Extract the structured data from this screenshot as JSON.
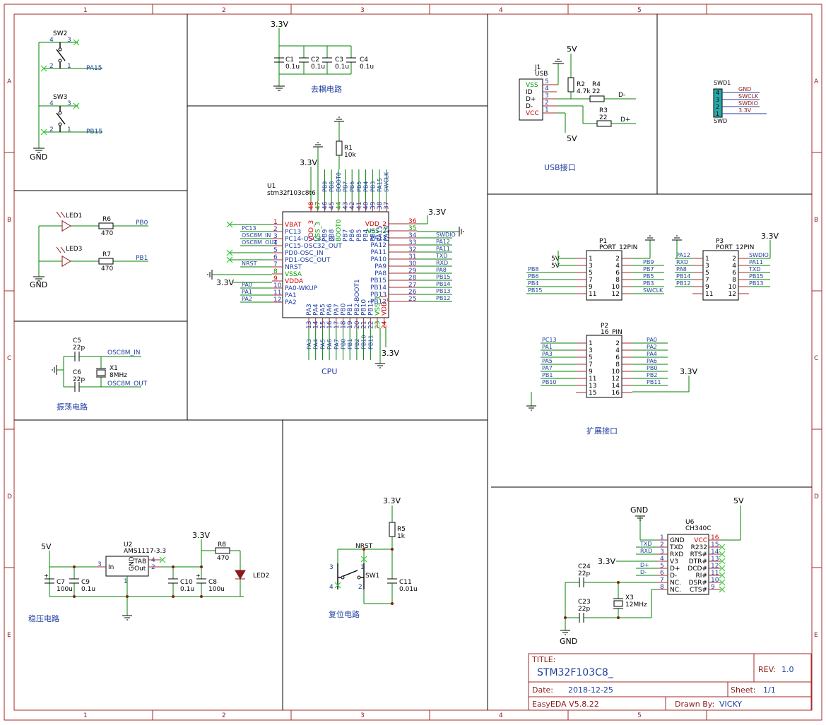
{
  "grid": {
    "cols": [
      "1",
      "2",
      "3",
      "4",
      "5"
    ],
    "rows": [
      "A",
      "B",
      "C",
      "D",
      "E"
    ]
  },
  "section_titles": {
    "decoupling": "去耦电路",
    "usb": "USB接口",
    "cpu": "CPU",
    "oscillator": "振荡电路",
    "expansion": "扩展接口",
    "regulator": "稳压电路",
    "reset": "复位电路"
  },
  "switches": {
    "sw2": {
      "ref": "SW2",
      "p1": "1",
      "p2": "2",
      "p3": "3",
      "p4": "4",
      "net": "PA15"
    },
    "sw3": {
      "ref": "SW3",
      "p1": "1",
      "p2": "2",
      "p3": "3",
      "p4": "4",
      "net": "PB15"
    },
    "gnd": "GND"
  },
  "leds": {
    "led1": {
      "ref": "LED1",
      "res": "R6",
      "val": "470",
      "net": "PB0"
    },
    "led3": {
      "ref": "LED3",
      "res": "R7",
      "val": "470",
      "net": "PB1"
    },
    "gnd": "GND"
  },
  "decoupling": {
    "supply": "3.3V",
    "caps": [
      {
        "ref": "C1",
        "val": "0.1u"
      },
      {
        "ref": "C2",
        "val": "0.1u"
      },
      {
        "ref": "C3",
        "val": "0.1u"
      },
      {
        "ref": "C4",
        "val": "0.1u"
      }
    ]
  },
  "usb": {
    "ref": "J1",
    "name": "USB",
    "pins": [
      {
        "num": "5",
        "name": "VSS"
      },
      {
        "num": "4",
        "name": "ID"
      },
      {
        "num": "3",
        "name": "D+"
      },
      {
        "num": "2",
        "name": "D-"
      },
      {
        "num": "1",
        "name": "VCC"
      }
    ],
    "r2": {
      "ref": "R2",
      "val": "4.7k"
    },
    "r4": {
      "ref": "R4",
      "val": "22"
    },
    "r3": {
      "ref": "R3",
      "val": "22"
    },
    "v5_top": "5V",
    "v5_bot": "5V",
    "net_dm": "D-",
    "net_dp": "D+"
  },
  "swd": {
    "ref": "SWD1",
    "name": "SWD",
    "pins": [
      {
        "num": "4",
        "net": "GND"
      },
      {
        "num": "3",
        "net": "SWCLK"
      },
      {
        "num": "2",
        "net": "SWDIO"
      },
      {
        "num": "1",
        "net": "3.3V"
      }
    ]
  },
  "mcu": {
    "ref": "U1",
    "part": "stm32f103c8t6",
    "r1": {
      "ref": "R1",
      "val": "10k"
    },
    "v33_top": "3.3V",
    "v33_right": "3.3V",
    "v33_left": "3.3V",
    "v33_bot": "3.3V",
    "left": [
      {
        "num": "1",
        "name": "VBAT",
        "net": "",
        "kind": "red"
      },
      {
        "num": "2",
        "name": "PC13",
        "net": "PC13",
        "kind": "blue"
      },
      {
        "num": "3",
        "name": "PC14-OSC32_IN",
        "net": "OSC8M_IN",
        "kind": "blue"
      },
      {
        "num": "4",
        "name": "PC15-OSC32_OUT",
        "net": "OSC8M_OUT",
        "kind": "blue"
      },
      {
        "num": "5",
        "name": "PD0-OSC_IN",
        "net": "",
        "kind": "blue"
      },
      {
        "num": "6",
        "name": "PD1-OSC_OUT",
        "net": "",
        "kind": "blue"
      },
      {
        "num": "7",
        "name": "NRST",
        "net": "NRST",
        "kind": "blue"
      },
      {
        "num": "8",
        "name": "VSSA",
        "net": "",
        "kind": "green"
      },
      {
        "num": "9",
        "name": "VDDA",
        "net": "",
        "kind": "red"
      },
      {
        "num": "10",
        "name": "PA0-WKUP",
        "net": "PA0",
        "kind": "blue"
      },
      {
        "num": "11",
        "name": "PA1",
        "net": "PA1",
        "kind": "blue"
      },
      {
        "num": "12",
        "name": "PA2",
        "net": "PA2",
        "kind": "blue"
      }
    ],
    "right": [
      {
        "num": "36",
        "name": "VDD_2",
        "net": "",
        "kind": "red"
      },
      {
        "num": "35",
        "name": "VSS_2",
        "net": "",
        "kind": "green"
      },
      {
        "num": "34",
        "name": "PA13",
        "net": "SWDIO",
        "kind": "blue"
      },
      {
        "num": "33",
        "name": "PA12",
        "net": "PA12",
        "kind": "blue"
      },
      {
        "num": "32",
        "name": "PA11",
        "net": "PA11",
        "kind": "blue"
      },
      {
        "num": "31",
        "name": "PA10",
        "net": "TXD",
        "kind": "blue"
      },
      {
        "num": "30",
        "name": "PA9",
        "net": "RXD",
        "kind": "blue"
      },
      {
        "num": "29",
        "name": "PA8",
        "net": "PA8",
        "kind": "blue"
      },
      {
        "num": "28",
        "name": "PB15",
        "net": "PB15",
        "kind": "blue"
      },
      {
        "num": "27",
        "name": "PB14",
        "net": "PB14",
        "kind": "blue"
      },
      {
        "num": "26",
        "name": "PB13",
        "net": "PB13",
        "kind": "blue"
      },
      {
        "num": "25",
        "name": "PB12",
        "net": "PB12",
        "kind": "blue"
      }
    ],
    "top": [
      {
        "num": "48",
        "name": "VDD_3",
        "net": "",
        "kind": "red"
      },
      {
        "num": "47",
        "name": "VSS_3",
        "net": "",
        "kind": "green"
      },
      {
        "num": "46",
        "name": "PB9",
        "net": "PB9",
        "kind": "blue"
      },
      {
        "num": "45",
        "name": "PB8",
        "net": "PB8",
        "kind": "blue"
      },
      {
        "num": "44",
        "name": "BOOT0",
        "net": "BOOT0",
        "kind": "green"
      },
      {
        "num": "43",
        "name": "PB7",
        "net": "PB7",
        "kind": "blue"
      },
      {
        "num": "42",
        "name": "PB6",
        "net": "PB6",
        "kind": "blue"
      },
      {
        "num": "41",
        "name": "PB5",
        "net": "PB5",
        "kind": "blue"
      },
      {
        "num": "40",
        "name": "PB4",
        "net": "PB4",
        "kind": "blue"
      },
      {
        "num": "39",
        "name": "PB3",
        "net": "PB3",
        "kind": "blue"
      },
      {
        "num": "38",
        "name": "PA15",
        "net": "PA15",
        "kind": "blue"
      },
      {
        "num": "37",
        "name": "PA14",
        "net": "SWCLK",
        "kind": "blue"
      }
    ],
    "bottom": [
      {
        "num": "13",
        "name": "PA3",
        "net": "PA3",
        "kind": "blue"
      },
      {
        "num": "14",
        "name": "PA4",
        "net": "PA4",
        "kind": "blue"
      },
      {
        "num": "15",
        "name": "PA5",
        "net": "PA5",
        "kind": "blue"
      },
      {
        "num": "16",
        "name": "PA6",
        "net": "PA6",
        "kind": "blue"
      },
      {
        "num": "17",
        "name": "PA7",
        "net": "PA7",
        "kind": "blue"
      },
      {
        "num": "18",
        "name": "PB0",
        "net": "PB0",
        "kind": "blue"
      },
      {
        "num": "19",
        "name": "PB1",
        "net": "PB1",
        "kind": "blue"
      },
      {
        "num": "20",
        "name": "PB2-BOOT1",
        "net": "PB2",
        "kind": "blue"
      },
      {
        "num": "21",
        "name": "PB10",
        "net": "PB10",
        "kind": "blue"
      },
      {
        "num": "22",
        "name": "PB11",
        "net": "PB11",
        "kind": "blue"
      },
      {
        "num": "23",
        "name": "VSS_1",
        "net": "",
        "kind": "green"
      },
      {
        "num": "24",
        "name": "VDD_1",
        "net": "",
        "kind": "red"
      }
    ]
  },
  "osc": {
    "c5": {
      "ref": "C5",
      "val": "22p"
    },
    "c6": {
      "ref": "C6",
      "val": "22p"
    },
    "x1": {
      "ref": "X1",
      "val": "8MHz"
    },
    "net_in": "OSC8M_IN",
    "net_out": "OSC8M_OUT"
  },
  "p1": {
    "ref": "P1",
    "name": "PORT_12PIN",
    "left": [
      {
        "num": "1",
        "net": "5V"
      },
      {
        "num": "3",
        "net": "5V"
      },
      {
        "num": "5",
        "net": "PB8"
      },
      {
        "num": "7",
        "net": "PB6"
      },
      {
        "num": "9",
        "net": "PB4"
      },
      {
        "num": "11",
        "net": "PB15"
      }
    ],
    "right": [
      {
        "num": "2",
        "net": ""
      },
      {
        "num": "4",
        "net": "PB9"
      },
      {
        "num": "6",
        "net": "PB7"
      },
      {
        "num": "8",
        "net": "PB5"
      },
      {
        "num": "10",
        "net": "PB3"
      },
      {
        "num": "12",
        "net": "SWCLK"
      }
    ]
  },
  "p3": {
    "ref": "P3",
    "name": "PORT_12PIN",
    "v33": "3.3V",
    "left": [
      {
        "num": "1",
        "net": "PA12"
      },
      {
        "num": "3",
        "net": "RXD"
      },
      {
        "num": "5",
        "net": "PA8"
      },
      {
        "num": "7",
        "net": "PB14"
      },
      {
        "num": "9",
        "net": "PB12"
      },
      {
        "num": "11",
        "net": ""
      }
    ],
    "right": [
      {
        "num": "2",
        "net": "SWDIO"
      },
      {
        "num": "4",
        "net": "PA11"
      },
      {
        "num": "6",
        "net": "TXD"
      },
      {
        "num": "8",
        "net": "PB15"
      },
      {
        "num": "10",
        "net": "PB13"
      },
      {
        "num": "12",
        "net": ""
      }
    ]
  },
  "p2": {
    "ref": "P2",
    "name": "16_PIN",
    "v33": "3.3V",
    "left": [
      {
        "num": "1",
        "net": "PC13"
      },
      {
        "num": "3",
        "net": "PA1"
      },
      {
        "num": "5",
        "net": "PA3"
      },
      {
        "num": "7",
        "net": "PA5"
      },
      {
        "num": "9",
        "net": "PA7"
      },
      {
        "num": "11",
        "net": "PB1"
      },
      {
        "num": "13",
        "net": "PB10"
      },
      {
        "num": "15",
        "net": ""
      }
    ],
    "right": [
      {
        "num": "2",
        "net": "PA0"
      },
      {
        "num": "4",
        "net": "PA2"
      },
      {
        "num": "6",
        "net": "PA4"
      },
      {
        "num": "8",
        "net": "PA6"
      },
      {
        "num": "10",
        "net": "PB0"
      },
      {
        "num": "12",
        "net": "PB2"
      },
      {
        "num": "14",
        "net": "PB11"
      },
      {
        "num": "16",
        "net": ""
      }
    ]
  },
  "regulator": {
    "ref": "U2",
    "part": "AMS1117-3.3",
    "pin_in": "In",
    "pin_gnd": "GND",
    "pin_tab": "TAB",
    "pin_out": "Out",
    "n3": "3",
    "n1": "1",
    "n2": "2",
    "n4": "4",
    "v5": "5V",
    "v33": "3.3V",
    "c7": {
      "ref": "C7",
      "val": "100u"
    },
    "c9": {
      "ref": "C9",
      "val": "0.1u"
    },
    "c10": {
      "ref": "C10",
      "val": "0.1u"
    },
    "c8": {
      "ref": "C8",
      "val": "100u"
    },
    "r8": {
      "ref": "R8",
      "val": "470"
    },
    "led2": "LED2"
  },
  "reset": {
    "v33": "3.3V",
    "r5": {
      "ref": "R5",
      "val": "1k"
    },
    "net": "NRST",
    "sw": "SW1",
    "c11": {
      "ref": "C11",
      "val": "0.01u"
    },
    "p1": "1",
    "p2": "2",
    "p3": "3",
    "p4": "4"
  },
  "ch340": {
    "ref": "U6",
    "part": "CH340C",
    "gnd": "GND",
    "v5": "5V",
    "v33": "3.3V",
    "left": [
      {
        "num": "1",
        "name": "GND",
        "net": ""
      },
      {
        "num": "2",
        "name": "TXD",
        "net": "TXD"
      },
      {
        "num": "3",
        "name": "RXD",
        "net": "RXD"
      },
      {
        "num": "4",
        "name": "V3",
        "net": ""
      },
      {
        "num": "5",
        "name": "D+",
        "net": "D+"
      },
      {
        "num": "6",
        "name": "D-",
        "net": "D-"
      },
      {
        "num": "7",
        "name": "NC.",
        "net": ""
      },
      {
        "num": "8",
        "name": "NC.",
        "net": ""
      }
    ],
    "right": [
      {
        "num": "16",
        "name": "VCC"
      },
      {
        "num": "15",
        "name": "R232"
      },
      {
        "num": "14",
        "name": "RTS#"
      },
      {
        "num": "13",
        "name": "DTR#"
      },
      {
        "num": "12",
        "name": "DCD#"
      },
      {
        "num": "11",
        "name": "RI#"
      },
      {
        "num": "10",
        "name": "DSR#"
      },
      {
        "num": "9",
        "name": "CTS#"
      }
    ],
    "c24": {
      "ref": "C24",
      "val": "22p"
    },
    "c23": {
      "ref": "C23",
      "val": "22p"
    },
    "x3": {
      "ref": "X3",
      "val": "12MHz"
    },
    "gnd_bot": "GND"
  },
  "titleblock": {
    "title_label": "TITLE:",
    "title": "STM32F103C8_",
    "rev_label": "REV:",
    "rev": "1.0",
    "date_label": "Date:",
    "date": "2018-12-25",
    "sheet_label": "Sheet:",
    "sheet": "1/1",
    "tool": "EasyEDA V5.8.22",
    "drawn_label": "Drawn By:",
    "drawn": "VICKY"
  }
}
